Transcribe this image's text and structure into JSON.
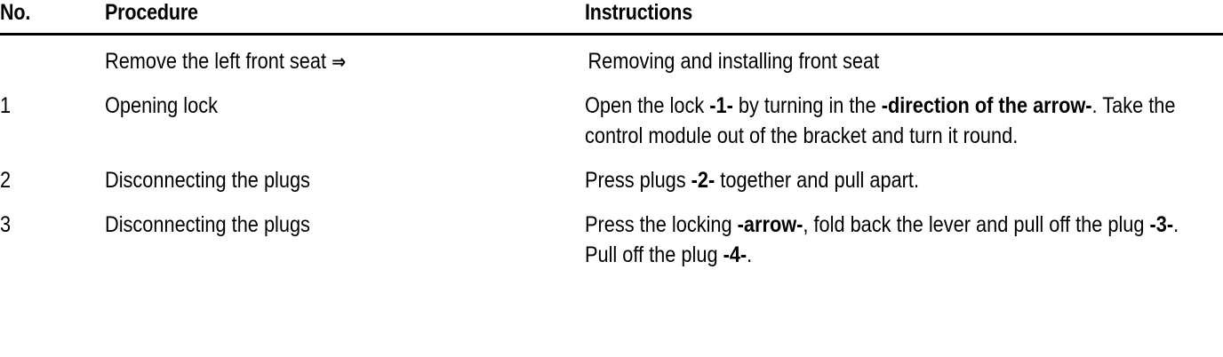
{
  "document": {
    "type": "workshop-manual-procedure-table",
    "background_color": "#ffffff",
    "text_color": "#000000",
    "rule_color": "#000000"
  },
  "table": {
    "headers": {
      "no": "No.",
      "procedure": "Procedure",
      "instructions": "Instructions"
    },
    "rows": [
      {
        "no": "",
        "procedure_text": "Remove the left front seat ",
        "procedure_arrow": "⇒",
        "instruction_parts": [
          {
            "text": "Removing and installing front seat",
            "bold": false
          }
        ]
      },
      {
        "no": "1",
        "procedure_text": "Opening lock",
        "procedure_arrow": "",
        "instruction_parts": [
          {
            "text": "Open the lock ",
            "bold": false
          },
          {
            "text": "-1-",
            "bold": true
          },
          {
            "text": " by turning in the ",
            "bold": false
          },
          {
            "text": "-direction of the arrow-",
            "bold": true
          },
          {
            "text": ". Take the control module out of the bracket and turn it round.",
            "bold": false
          }
        ]
      },
      {
        "no": "2",
        "procedure_text": "Disconnecting the plugs",
        "procedure_arrow": "",
        "instruction_parts": [
          {
            "text": "Press plugs ",
            "bold": false
          },
          {
            "text": "-2-",
            "bold": true
          },
          {
            "text": " together and pull apart.",
            "bold": false
          }
        ]
      },
      {
        "no": "3",
        "procedure_text": "Disconnecting the plugs",
        "procedure_arrow": "",
        "instruction_parts": [
          {
            "text": "Press the locking ",
            "bold": false
          },
          {
            "text": "-arrow-",
            "bold": true
          },
          {
            "text": ", fold back the lever and pull off the plug ",
            "bold": false
          },
          {
            "text": "-3-",
            "bold": true
          },
          {
            "text": ".",
            "bold": false
          },
          {
            "text": "\n",
            "bold": false
          },
          {
            "text": "Pull off the plug ",
            "bold": false
          },
          {
            "text": "-4-",
            "bold": true
          },
          {
            "text": ".",
            "bold": false
          }
        ]
      }
    ]
  }
}
